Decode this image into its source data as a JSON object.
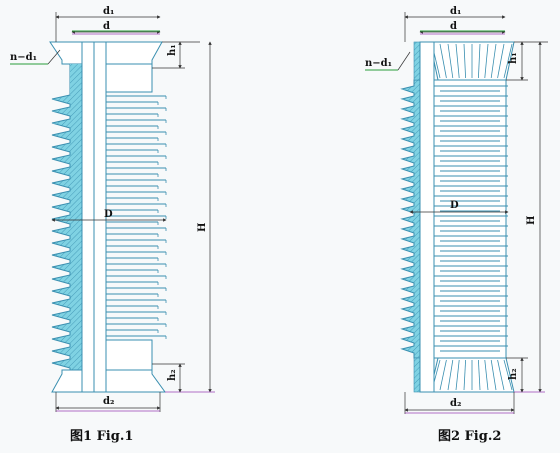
{
  "figures": [
    {
      "caption": "图1 Fig.1",
      "labels": {
        "d1": "d₁",
        "d": "d",
        "n_d1": "n−d₁",
        "h1": "h₁",
        "D": "D",
        "H": "H",
        "h2": "h₂",
        "d2": "d₂"
      }
    },
    {
      "caption": "图2 Fig.2",
      "labels": {
        "d1": "d₁",
        "d": "d",
        "n_d1": "n−d₁",
        "h1": "h₁",
        "D": "D",
        "H": "H",
        "h2": "h₂",
        "d2": "d₂"
      }
    }
  ],
  "colors": {
    "outline": "#3a8fb0",
    "cut_section": "#7fd2e3",
    "hatch": "#3a8fb0",
    "body_fill": "#ffffff",
    "dim_line": "#333333",
    "leader_green": "#2a9d3a",
    "leader_purple": "#9b3fb5"
  }
}
